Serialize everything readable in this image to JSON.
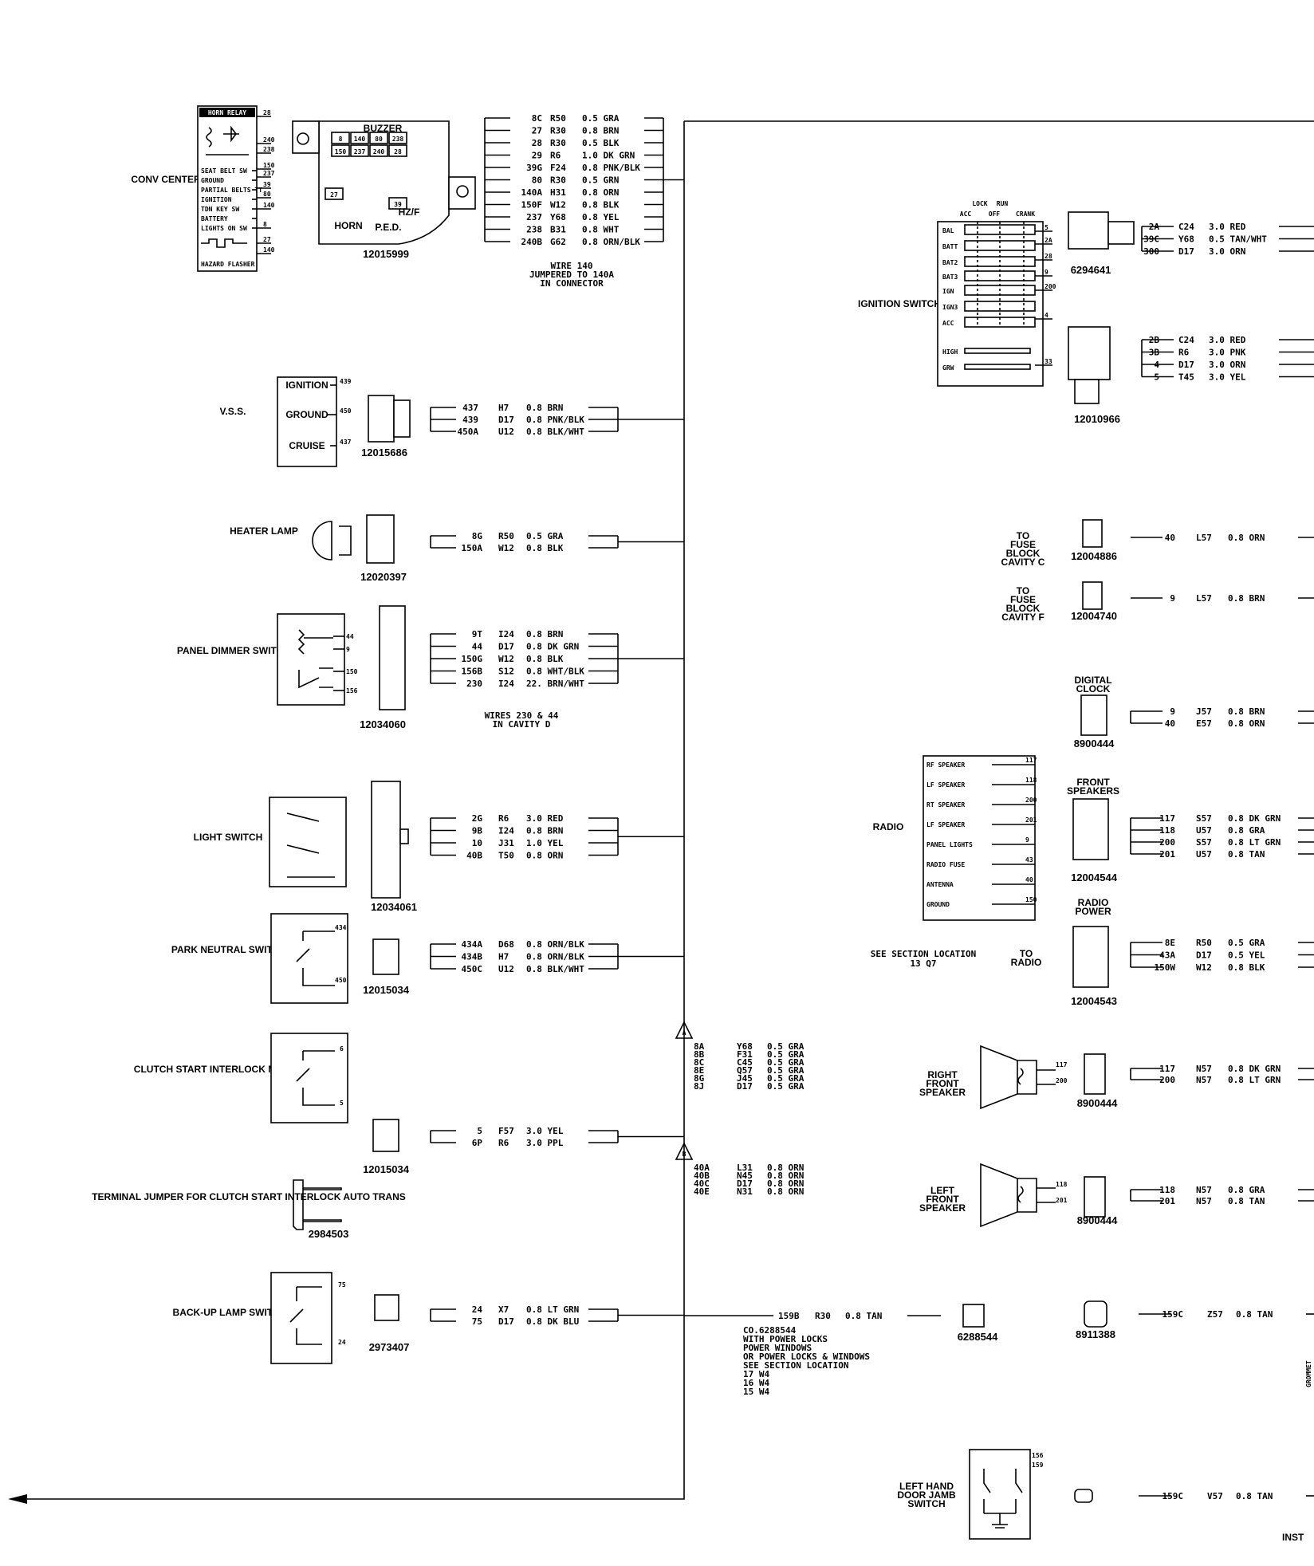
{
  "conv_center": {
    "label": "CONV CENTER",
    "title": "HORN RELAY",
    "rows": [
      "SEAT BELT SW",
      "GROUND",
      "PARTIAL BELTS TT",
      "IGNITION",
      "TDN KEY SW",
      "BATTERY",
      "LIGHTS ON SW"
    ],
    "flasher": "HAZARD FLASHER",
    "pins": [
      "28",
      "240",
      "238",
      "150",
      "237",
      "39",
      "80",
      "140",
      "8",
      "27",
      "140"
    ]
  },
  "buzzer": {
    "title": "BUZZER",
    "horn": "HORN",
    "ped": "P.E.D.",
    "hzf": "HZ/F",
    "part": "12015999",
    "cavities": [
      "8",
      "140",
      "80",
      "238",
      "150",
      "237",
      "240",
      "28",
      "27",
      "39"
    ]
  },
  "conv_wires": [
    [
      "8C",
      "R50",
      "0.5 GRA"
    ],
    [
      "27",
      "R30",
      "0.8 BRN"
    ],
    [
      "28",
      "R30",
      "0.5 BLK"
    ],
    [
      "29",
      "R6",
      "1.0 DK GRN"
    ],
    [
      "39G",
      "F24",
      "0.8 PNK/BLK"
    ],
    [
      "80",
      "R30",
      "0.5 GRN"
    ],
    [
      "140A",
      "H31",
      "0.8 ORN"
    ],
    [
      "150F",
      "W12",
      "0.8 BLK"
    ],
    [
      "237",
      "Y68",
      "0.8 YEL"
    ],
    [
      "238",
      "B31",
      "0.8 WHT"
    ],
    [
      "240B",
      "G62",
      "0.8 ORN/BLK"
    ]
  ],
  "wire_note": [
    "WIRE 140",
    "JUMPERED TO 140A",
    "IN CONNECTOR"
  ],
  "vss": {
    "label": "V.S.S.",
    "rows": [
      "IGNITION",
      "GROUND",
      "CRUISE"
    ],
    "pins": [
      "439",
      "450",
      "437"
    ],
    "part": "12015686",
    "wires": [
      [
        "437",
        "H7",
        "0.8 BRN"
      ],
      [
        "439",
        "D17",
        "0.8 PNK/BLK"
      ],
      [
        "450A",
        "U12",
        "0.8 BLK/WHT"
      ]
    ]
  },
  "heater": {
    "label": "HEATER LAMP",
    "part": "12020397",
    "wires": [
      [
        "8G",
        "R50",
        "0.5 GRA"
      ],
      [
        "150A",
        "W12",
        "0.8 BLK"
      ]
    ]
  },
  "dimmer": {
    "label": "PANEL DIMMER SWITCH",
    "part": "12034060",
    "pins": [
      "44",
      "9",
      "150",
      "156"
    ],
    "wires": [
      [
        "9T",
        "I24",
        "0.8 BRN"
      ],
      [
        "44",
        "D17",
        "0.8 DK GRN"
      ],
      [
        "150G",
        "W12",
        "0.8 BLK"
      ],
      [
        "156B",
        "S12",
        "0.8 WHT/BLK"
      ],
      [
        "230",
        "I24",
        "22. BRN/WHT"
      ]
    ],
    "note": [
      "WIRES 230 & 44",
      "IN CAVITY D"
    ]
  },
  "light_switch": {
    "label": "LIGHT SWITCH",
    "part": "12034061",
    "wires": [
      [
        "2G",
        "R6",
        "3.0 RED"
      ],
      [
        "9B",
        "I24",
        "0.8 BRN"
      ],
      [
        "10",
        "J31",
        "1.0 YEL"
      ],
      [
        "40B",
        "T50",
        "0.8 ORN"
      ]
    ]
  },
  "park_neutral": {
    "label": "PARK NEUTRAL SWITCH",
    "part": "12015034",
    "pins": [
      "434",
      "450"
    ],
    "wires": [
      [
        "434A",
        "D68",
        "0.8 ORN/BLK"
      ],
      [
        "434B",
        "H7",
        "0.8 ORN/BLK"
      ],
      [
        "450C",
        "U12",
        "0.8 BLK/WHT"
      ]
    ]
  },
  "clutch": {
    "label": "CLUTCH START INTERLOCK MAN TRANS",
    "part": "12015034",
    "pins": [
      "6",
      "5"
    ],
    "wires": [
      [
        "5",
        "F57",
        "3.0 YEL"
      ],
      [
        "6P",
        "R6",
        "3.0 PPL"
      ]
    ]
  },
  "jumper": {
    "label": "TERMINAL JUMPER FOR CLUTCH START INTERLOCK AUTO TRANS",
    "part": "2984503"
  },
  "backup": {
    "label": "BACK-UP LAMP SWITCH",
    "part": "2973407",
    "pins": [
      "75",
      "24"
    ],
    "wires": [
      [
        "24",
        "X7",
        "0.8 LT GRN"
      ],
      [
        "75",
        "D17",
        "0.8 DK BLU"
      ]
    ]
  },
  "splice_a": {
    "letter": "A",
    "ids": [
      "8A",
      "8B",
      "8C",
      "8E",
      "8G",
      "8J"
    ],
    "wires": [
      [
        "Y68",
        "0.5 GRA"
      ],
      [
        "F31",
        "0.5 GRA"
      ],
      [
        "C45",
        "0.5 GRA"
      ],
      [
        "Q57",
        "0.5 GRA"
      ],
      [
        "J45",
        "0.5 GRA"
      ],
      [
        "D17",
        "0.5 GRA"
      ]
    ]
  },
  "splice_b": {
    "letter": "B",
    "ids": [
      "40A",
      "40B",
      "40C",
      "40E"
    ],
    "wires": [
      [
        "L31",
        "0.8 ORN"
      ],
      [
        "N45",
        "0.8 ORN"
      ],
      [
        "D17",
        "0.8 ORN"
      ],
      [
        "N31",
        "0.8 ORN"
      ]
    ]
  },
  "co_wire": {
    "id": "159B",
    "circ": "R30",
    "gauge": "0.8 TAN",
    "part": "6288544"
  },
  "co_note": [
    "CO.6288544",
    "WITH POWER LOCKS",
    "POWER WINDOWS",
    "OR POWER LOCKS & WINDOWS",
    "SEE SECTION  LOCATION",
    "17      W4",
    "16      W4",
    "15      W4"
  ],
  "ignition": {
    "label": "IGNITION SWITCH",
    "cols": [
      "LOCK",
      "RUN",
      "ACC",
      "OFF",
      "CRANK"
    ],
    "rows": [
      "BAL",
      "BATT",
      "BAT2",
      "BAT3",
      "IGN",
      "IGN3",
      "ACC",
      "HIGH",
      "GRW"
    ],
    "pins": [
      "5",
      "2A",
      "28",
      "9",
      "200",
      "4",
      "33"
    ],
    "part1": "6294641",
    "part2": "12010966",
    "wires1": [
      [
        "2A",
        "C24",
        "3.0 RED"
      ],
      [
        "39C",
        "Y68",
        "0.5 TAN/WHT"
      ],
      [
        "300",
        "D17",
        "3.0 ORN"
      ]
    ],
    "wires2": [
      [
        "2B",
        "C24",
        "3.0 RED"
      ],
      [
        "3B",
        "R6",
        "3.0 PNK"
      ],
      [
        "4",
        "D17",
        "3.0 ORN"
      ],
      [
        "5",
        "T45",
        "3.0 YEL"
      ]
    ]
  },
  "fuse_c": {
    "label": "TO FUSE BLOCK CAVITY C",
    "part": "12004886",
    "wire": [
      "40",
      "L57",
      "0.8 ORN"
    ]
  },
  "fuse_f": {
    "label": "TO FUSE BLOCK CAVITY F",
    "part": "12004740",
    "wire": [
      "9",
      "L57",
      "0.8 BRN"
    ]
  },
  "clock": {
    "label": "DIGITAL CLOCK",
    "part": "8900444",
    "wires": [
      [
        "9",
        "J57",
        "0.8 BRN"
      ],
      [
        "40",
        "E57",
        "0.8 ORN"
      ]
    ]
  },
  "radio": {
    "label": "RADIO",
    "rows": [
      "RF SPEAKER",
      "LF SPEAKER",
      "RT SPEAKER",
      "LF SPEAKER",
      "PANEL LIGHTS",
      "RADIO FUSE",
      "ANTENNA",
      "GROUND"
    ],
    "pins": [
      "117",
      "118",
      "200",
      "201",
      "9",
      "43",
      "40",
      "150"
    ]
  },
  "front_speakers": {
    "label": "FRONT SPEAKERS",
    "part": "12004544",
    "wires": [
      [
        "117",
        "S57",
        "0.8 DK GRN"
      ],
      [
        "118",
        "U57",
        "0.8 GRA"
      ],
      [
        "200",
        "S57",
        "0.8 LT GRN"
      ],
      [
        "201",
        "U57",
        "0.8 TAN"
      ]
    ]
  },
  "radio_power": {
    "label": "RADIO POWER",
    "part": "12004543",
    "see": "SEE SECTION  LOCATION",
    "loc": "13      Q7",
    "to": "TO RADIO",
    "wires": [
      [
        "8E",
        "R50",
        "0.5 GRA"
      ],
      [
        "43A",
        "D17",
        "0.5 YEL"
      ],
      [
        "150W",
        "W12",
        "0.8 BLK"
      ]
    ]
  },
  "right_speaker": {
    "label": "RIGHT FRONT SPEAKER",
    "part": "8900444",
    "pins": [
      "117",
      "200"
    ],
    "wires": [
      [
        "117",
        "N57",
        "0.8 DK GRN"
      ],
      [
        "200",
        "N57",
        "0.8 LT GRN"
      ]
    ]
  },
  "left_speaker": {
    "label": "LEFT FRONT SPEAKER",
    "part": "8900444",
    "pins": [
      "118",
      "201"
    ],
    "wires": [
      [
        "118",
        "N57",
        "0.8 GRA"
      ],
      [
        "201",
        "N57",
        "0.8 TAN"
      ]
    ]
  },
  "conn_8911388": {
    "part": "8911388",
    "wire": [
      "159C",
      "Z57",
      "0.8 TAN"
    ]
  },
  "door_jamb": {
    "label": "LEFT HAND DOOR JAMB SWITCH",
    "pins": [
      "156",
      "159"
    ],
    "wire": [
      "159C",
      "V57",
      "0.8 TAN"
    ]
  },
  "corner": {
    "inst": "INST",
    "grommet": "GROMMET"
  }
}
